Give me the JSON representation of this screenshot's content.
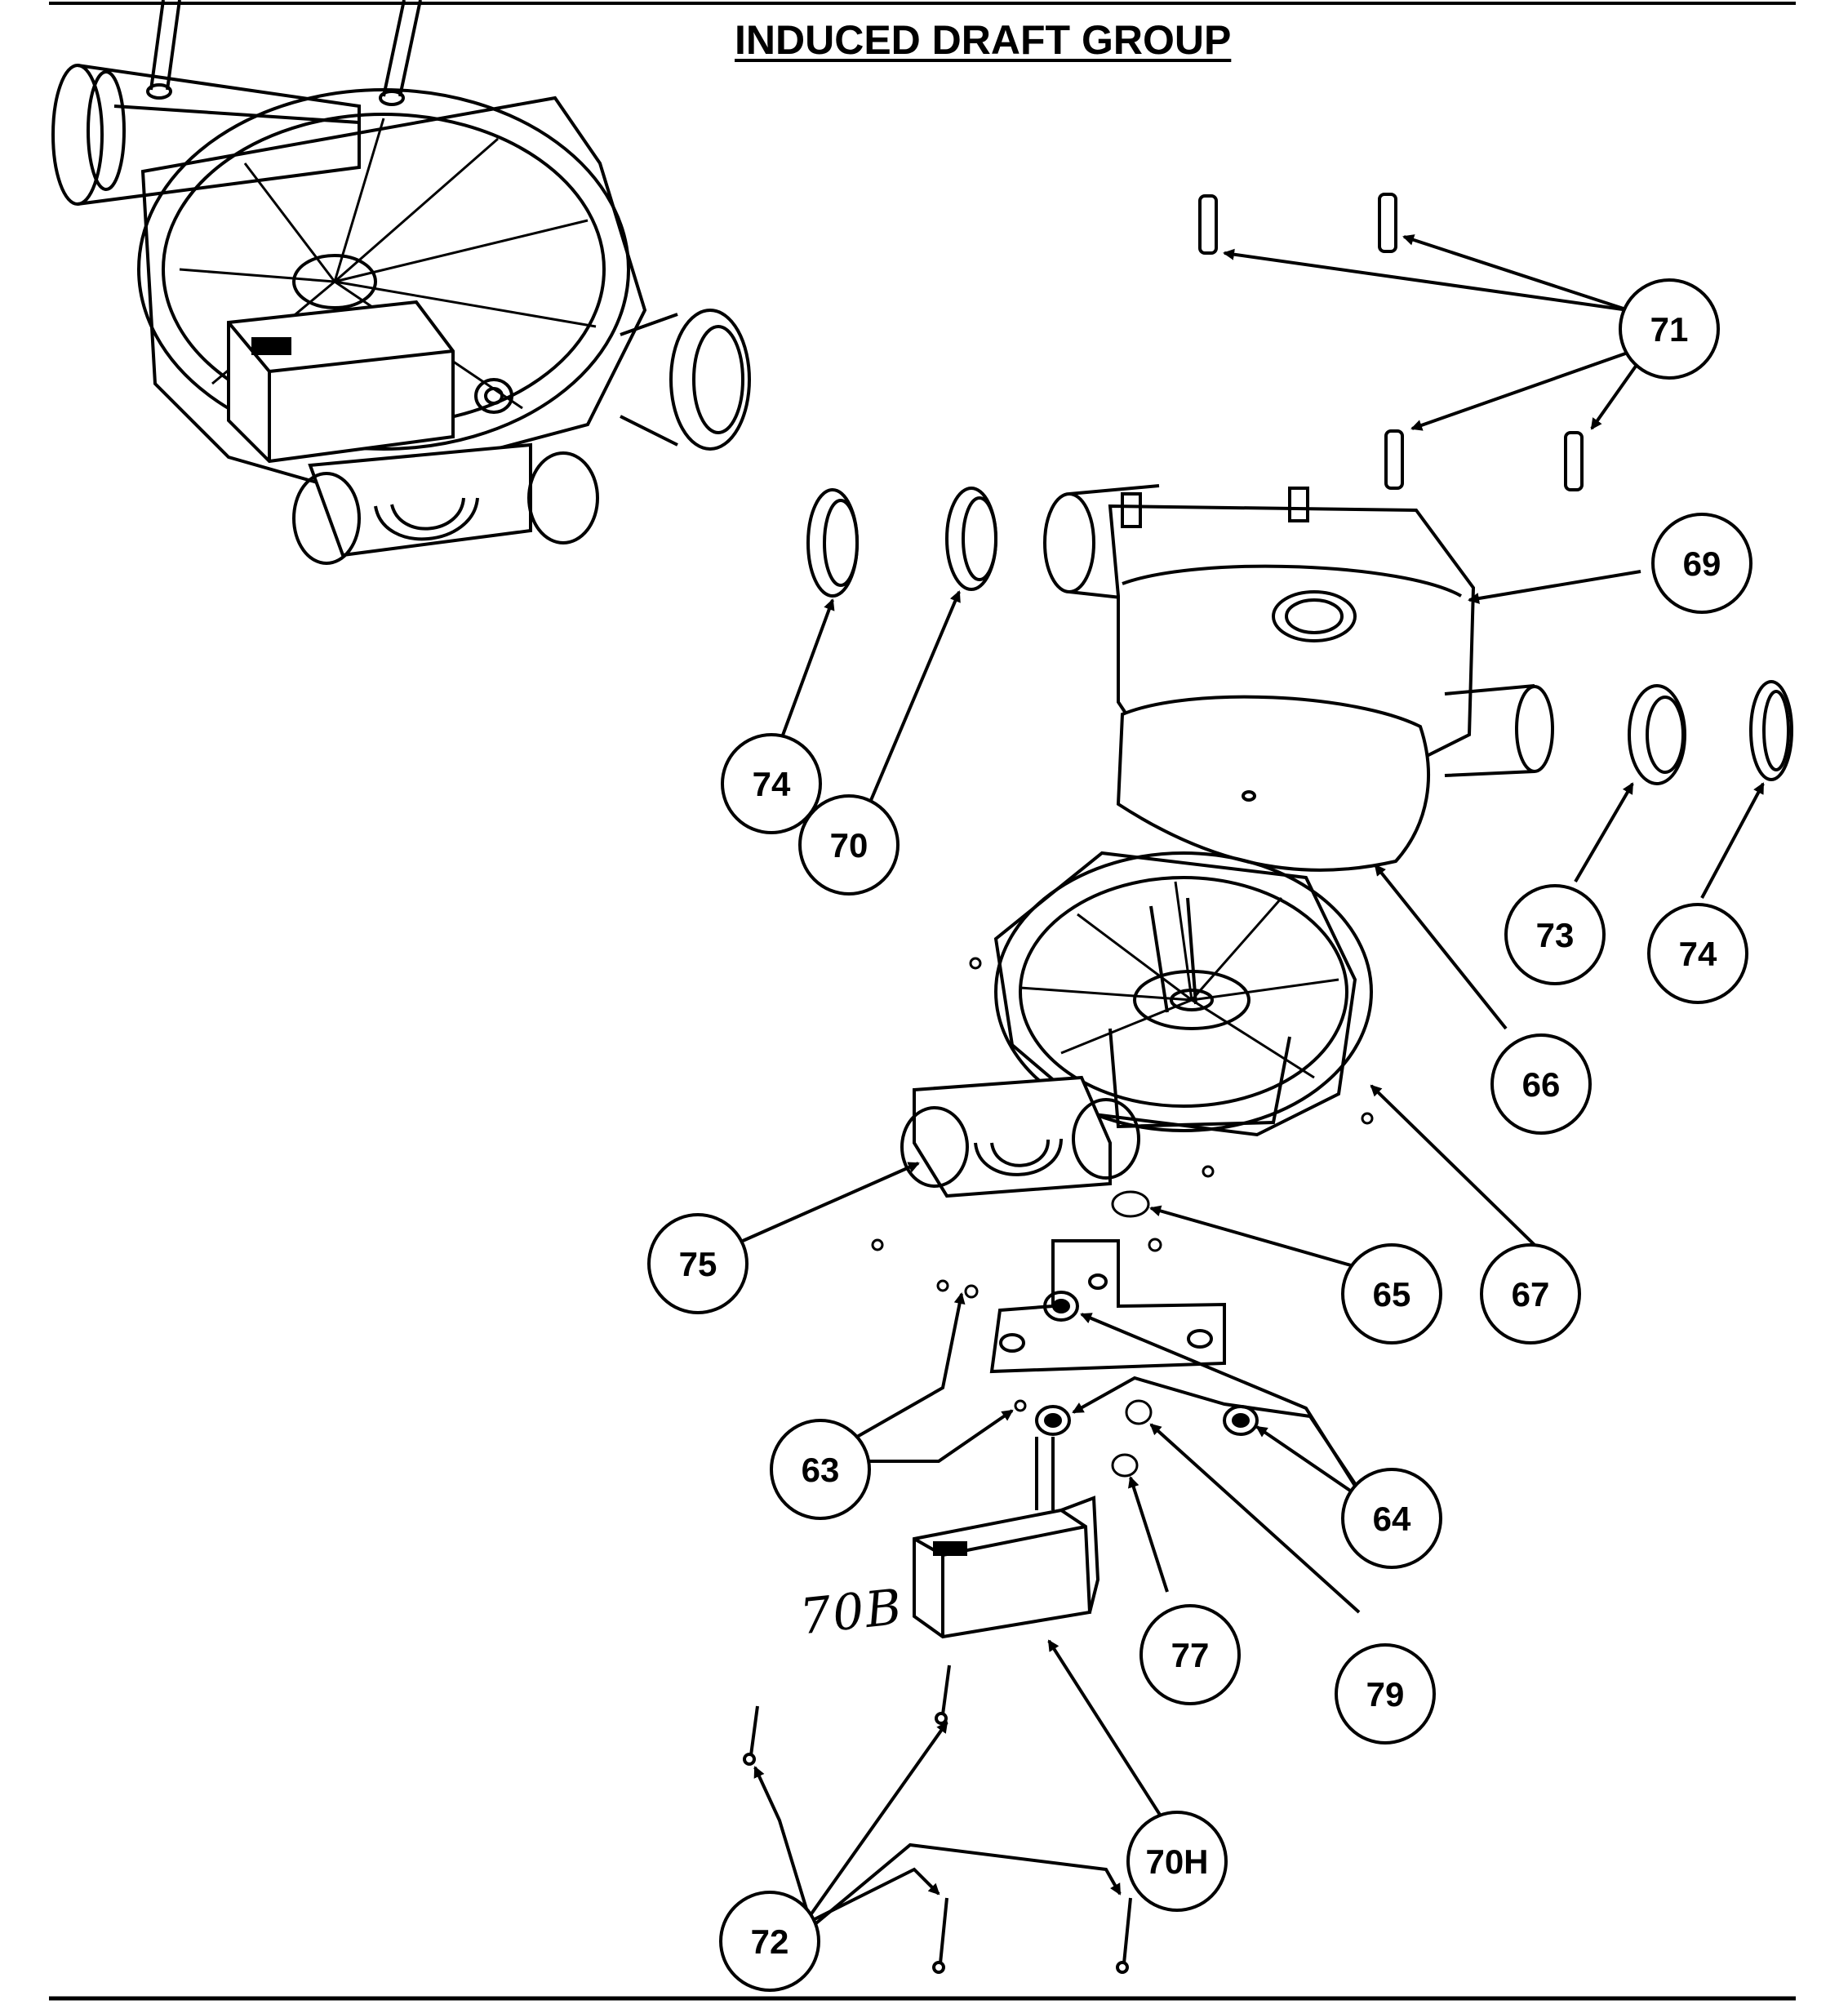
{
  "title": "INDUCED DRAFT GROUP",
  "handwritten_label": "70B",
  "callouts": [
    {
      "id": "c71",
      "label": "71"
    },
    {
      "id": "c69",
      "label": "69"
    },
    {
      "id": "c74a",
      "label": "74"
    },
    {
      "id": "c70",
      "label": "70"
    },
    {
      "id": "c73",
      "label": "73"
    },
    {
      "id": "c74b",
      "label": "74"
    },
    {
      "id": "c66",
      "label": "66"
    },
    {
      "id": "c75",
      "label": "75"
    },
    {
      "id": "c65",
      "label": "65"
    },
    {
      "id": "c67",
      "label": "67"
    },
    {
      "id": "c63",
      "label": "63"
    },
    {
      "id": "c64",
      "label": "64"
    },
    {
      "id": "c77",
      "label": "77"
    },
    {
      "id": "c79",
      "label": "79"
    },
    {
      "id": "c70h",
      "label": "70H"
    },
    {
      "id": "c72",
      "label": "72"
    }
  ]
}
